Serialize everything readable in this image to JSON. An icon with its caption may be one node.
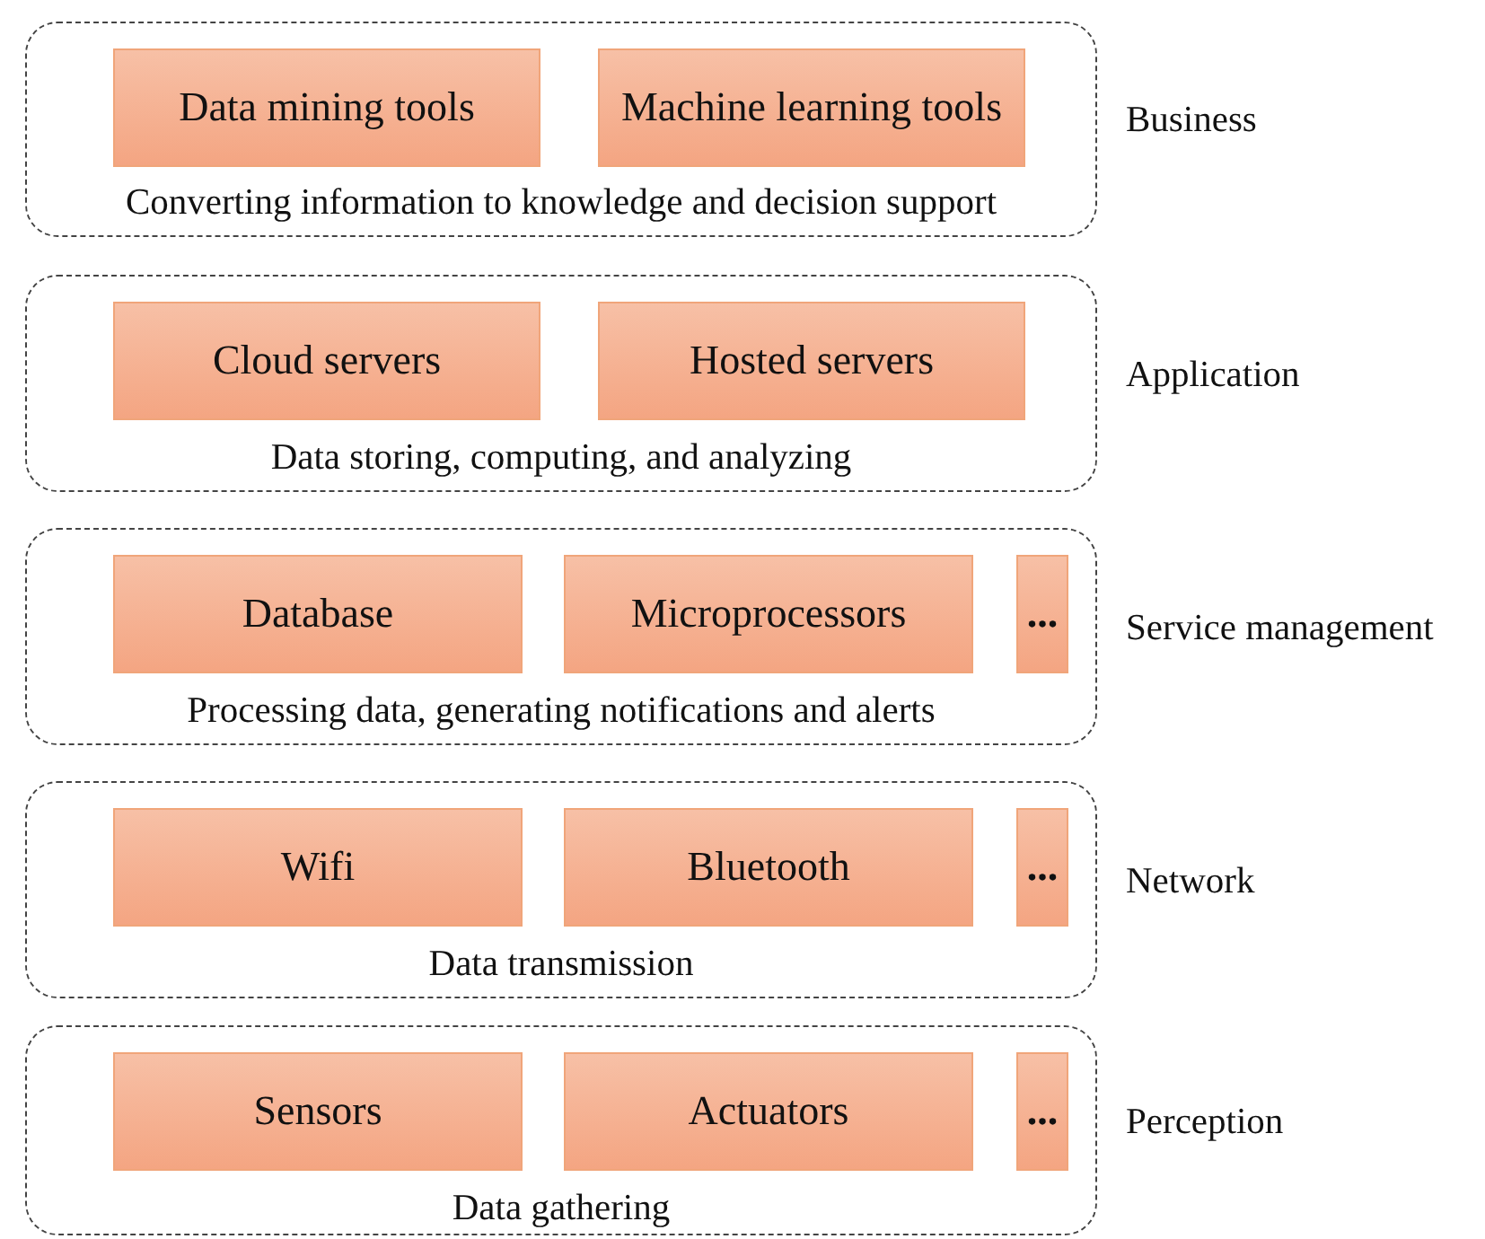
{
  "diagram": {
    "nodes": [
      {
        "text": [
          "Converting information to knowledge and decision support"
        ],
        "beside": [
          "Business"
        ]
      },
      {
        "text": [
          "Data mining tools"
        ],
        "in": 0
      },
      {
        "text": [
          "Machine learning tools"
        ],
        "in": 0
      },
      {
        "text": [
          "Data storing, computing, and analyzing"
        ],
        "beside": [
          "Application"
        ]
      },
      {
        "text": [
          "Cloud servers"
        ],
        "in": 3
      },
      {
        "text": [
          "Hosted servers"
        ],
        "in": 3
      },
      {
        "text": [
          "Processing data, generating notifications and alerts"
        ],
        "beside": [
          "Service management"
        ]
      },
      {
        "text": [
          "Database"
        ],
        "in": 6
      },
      {
        "text": [
          "Microprocessors"
        ],
        "in": 6
      },
      {
        "text": [
          "..."
        ],
        "in": 6
      },
      {
        "text": [
          "Data transmission"
        ],
        "beside": [
          "Network"
        ]
      },
      {
        "text": [
          "Wifi"
        ],
        "in": 10
      },
      {
        "text": [
          "Bluetooth"
        ],
        "in": 10
      },
      {
        "text": [
          "..."
        ],
        "in": 10
      },
      {
        "text": [
          "Data gathering"
        ],
        "beside": [
          "Perception"
        ]
      },
      {
        "text": [
          "Sensors"
        ],
        "in": 14
      },
      {
        "text": [
          "Actuators"
        ],
        "in": 14
      },
      {
        "text": [
          "..."
        ],
        "in": 14
      }
    ]
  }
}
